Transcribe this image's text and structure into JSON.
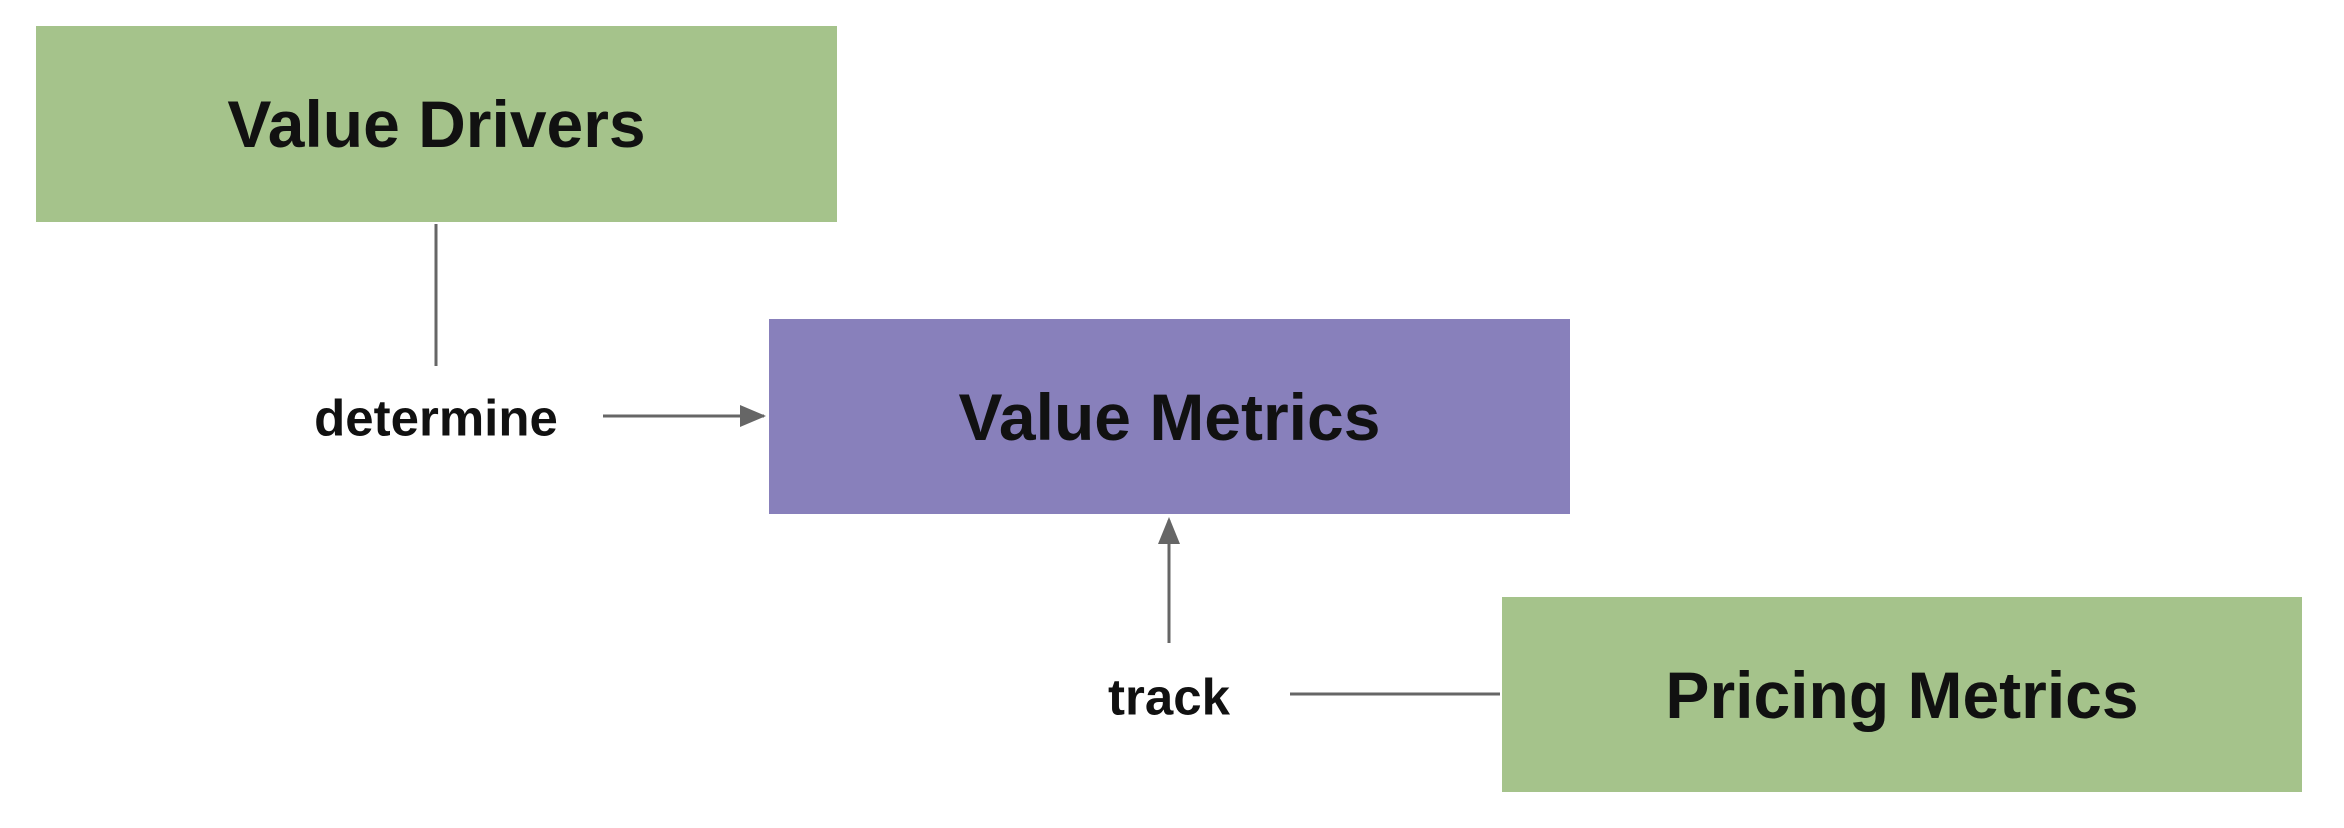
{
  "nodes": {
    "value_drivers": {
      "label": "Value Drivers",
      "color": "#a5c38b"
    },
    "value_metrics": {
      "label": "Value Metrics",
      "color": "#8880bb"
    },
    "pricing_metrics": {
      "label": "Pricing Metrics",
      "color": "#a5c38b"
    }
  },
  "edges": {
    "determine": {
      "label": "determine",
      "from": "Value Drivers",
      "to": "Value Metrics"
    },
    "track": {
      "label": "track",
      "from": "Pricing Metrics",
      "to": "Value Metrics"
    }
  },
  "colors": {
    "connector": "#666666",
    "text": "#111111"
  }
}
